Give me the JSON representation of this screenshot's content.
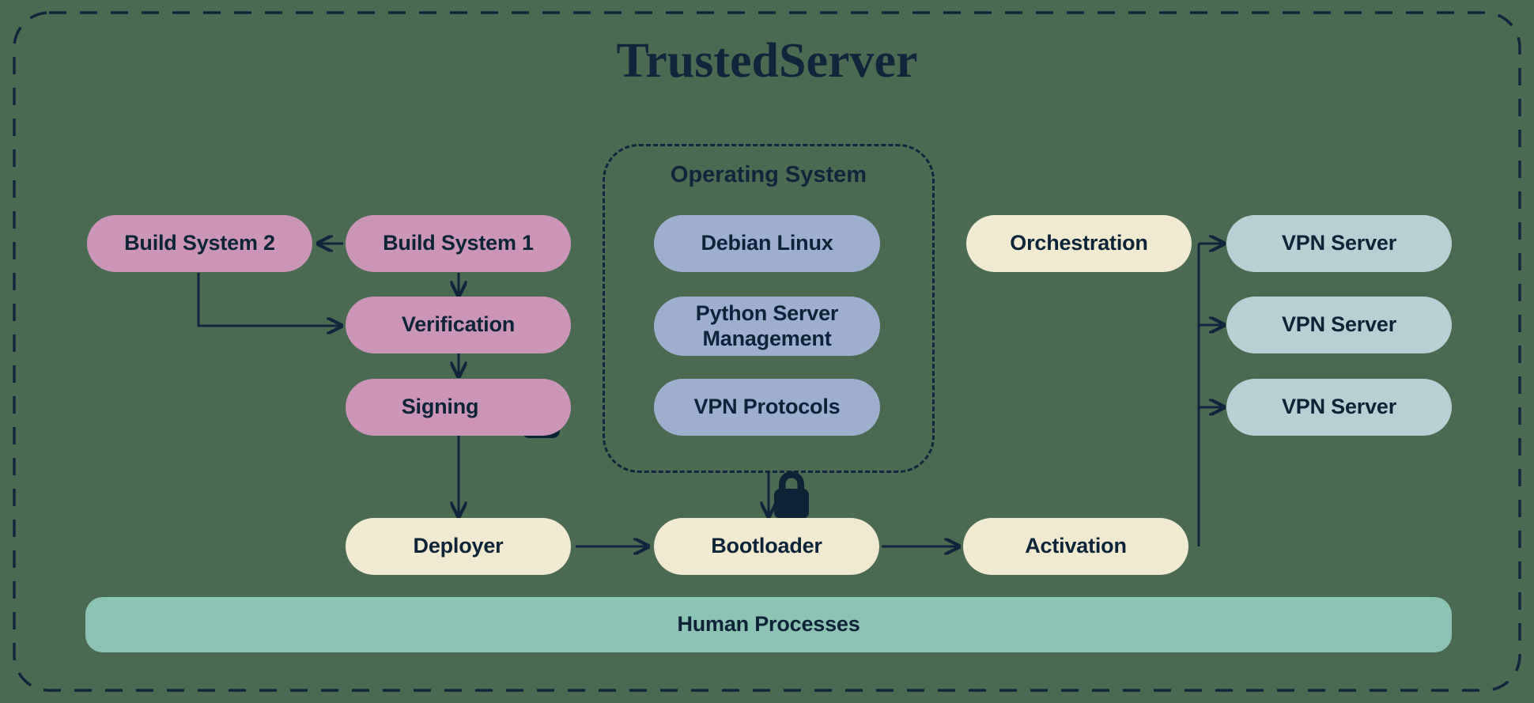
{
  "diagram": {
    "title": "TrustedServer",
    "background_color": "#4a6b51",
    "outline_color": "#10263c",
    "text_color": "#0d2438"
  },
  "groups": {
    "operating_system": {
      "title": "Operating System",
      "items": [
        {
          "label": "Debian Linux"
        },
        {
          "label": "Python Server Management"
        },
        {
          "label": "VPN Protocols"
        }
      ],
      "color": "#9eaecf"
    }
  },
  "build_pipeline": {
    "color": "#cc94b7",
    "nodes": [
      {
        "label": "Build System 2"
      },
      {
        "label": "Build System 1"
      },
      {
        "label": "Verification"
      },
      {
        "label": "Signing",
        "icon": "lock-icon"
      }
    ]
  },
  "deploy_pipeline": {
    "color": "#f0ead1",
    "nodes": [
      {
        "label": "Deployer"
      },
      {
        "label": "Bootloader"
      },
      {
        "label": "Activation"
      },
      {
        "label": "Orchestration"
      }
    ]
  },
  "vpn_servers": {
    "color": "#b6d0d4",
    "nodes": [
      {
        "label": "VPN Server"
      },
      {
        "label": "VPN Server"
      },
      {
        "label": "VPN Server"
      }
    ]
  },
  "footer": {
    "label": "Human Processes",
    "color": "#8cc3b4"
  },
  "icons": {
    "lock_signing": "lock-icon",
    "lock_bootloader": "lock-icon"
  }
}
